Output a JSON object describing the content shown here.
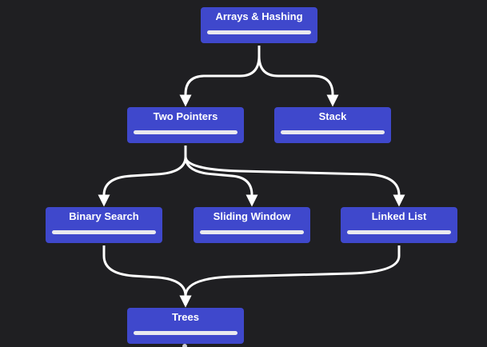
{
  "diagram": {
    "background_color": "#1f1f22",
    "node_color": "#3f48cc",
    "edge_color": "#ffffff",
    "nodes": [
      {
        "id": "arrays-hashing",
        "label": "Arrays & Hashing"
      },
      {
        "id": "two-pointers",
        "label": "Two Pointers"
      },
      {
        "id": "stack",
        "label": "Stack"
      },
      {
        "id": "binary-search",
        "label": "Binary Search"
      },
      {
        "id": "sliding-window",
        "label": "Sliding Window"
      },
      {
        "id": "linked-list",
        "label": "Linked List"
      },
      {
        "id": "trees",
        "label": "Trees"
      }
    ],
    "edges": [
      {
        "from": "Arrays & Hashing",
        "to": "Two Pointers"
      },
      {
        "from": "Arrays & Hashing",
        "to": "Stack"
      },
      {
        "from": "Two Pointers",
        "to": "Binary Search"
      },
      {
        "from": "Two Pointers",
        "to": "Sliding Window"
      },
      {
        "from": "Two Pointers",
        "to": "Linked List"
      },
      {
        "from": "Binary Search",
        "to": "Trees"
      },
      {
        "from": "Linked List",
        "to": "Trees"
      }
    ]
  }
}
